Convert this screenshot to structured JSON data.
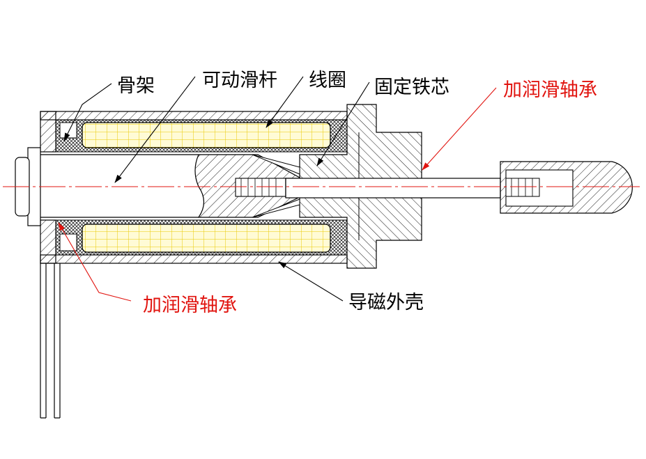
{
  "labels": {
    "bobbin": "骨架",
    "plunger": "可动滑杆",
    "coil": "线圈",
    "fixed_core": "固定铁芯",
    "bearing_right": "加润滑轴承",
    "bearing_left": "加润滑轴承",
    "shell": "导磁外壳"
  },
  "colors": {
    "outline": "#000000",
    "accent": "#e1140f",
    "coil_fill": "#fffbd6",
    "coil_grid": "#e9c900",
    "centerline": "#e1140f"
  }
}
